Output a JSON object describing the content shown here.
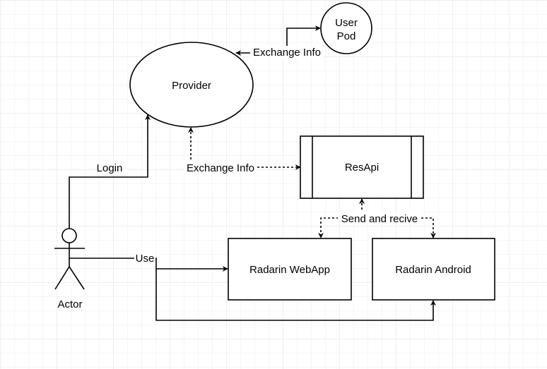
{
  "nodes": {
    "provider": "Provider",
    "user_pod_line1": "User",
    "user_pod_line2": "Pod",
    "resapi": "ResApi",
    "webapp": "Radarin WebApp",
    "android": "Radarin Android",
    "actor": "Actor"
  },
  "edges": {
    "login": "Login",
    "exchange_info_pod": "Exchange Info",
    "exchange_info_api": "Exchange Info",
    "send_and_recive": "Send and recive",
    "use": "Use"
  },
  "colors": {
    "stroke": "#000000",
    "background": "#ffffff",
    "grid": "#e6e6e6"
  }
}
